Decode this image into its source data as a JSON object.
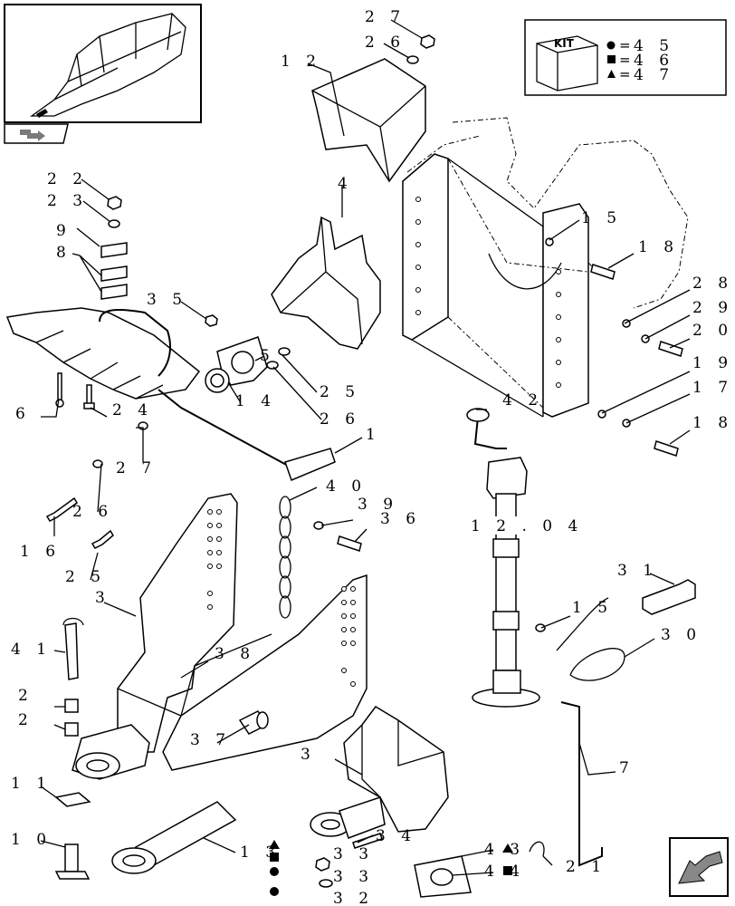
{
  "kit_legend": {
    "title": "KIT",
    "items": [
      {
        "symbol": "circle",
        "value": "4 5"
      },
      {
        "symbol": "square",
        "value": "4 6"
      },
      {
        "symbol": "triangle",
        "value": "4 7"
      }
    ]
  },
  "reference_box": "1 2 . 0 4",
  "callouts": {
    "c27a": "2 7",
    "c26a": "2 6",
    "c12": "1 2",
    "c4": "4",
    "c15a": "1 5",
    "c18a": "1 8",
    "c28": "2 8",
    "c29": "2 9",
    "c20": "2 0",
    "c19": "1 9",
    "c17": "1 7",
    "c18b": "1 8",
    "c22": "2 2",
    "c23": "2 3",
    "c9": "9",
    "c8": "8",
    "c35": "3 5",
    "c5": "5",
    "c25a": "2 5",
    "c14": "1 4",
    "c26b": "2 6",
    "c6": "6",
    "c24": "2 4",
    "c27b": "2 7",
    "c1": "1",
    "c26c": "2 6",
    "c16": "1 6",
    "c25b": "2 5",
    "c42": "4 2",
    "c40": "4 0",
    "c39": "3 9",
    "c36": "3 6",
    "c3a": "3",
    "c41": "4 1",
    "c2a": "2",
    "c2b": "2",
    "c38": "3 8",
    "c37": "3 7",
    "c31": "3 1",
    "c15b": "1 5",
    "c30": "3 0",
    "c7": "7",
    "c3b": "3",
    "c11": "1 1",
    "c10": "1 0",
    "c13": "1 3",
    "c33a": "3 3",
    "c33b": "3 3",
    "c32": "3 2",
    "c34": "3 4",
    "c43": "4 3",
    "c44": "4 4",
    "c21": "2 1"
  }
}
